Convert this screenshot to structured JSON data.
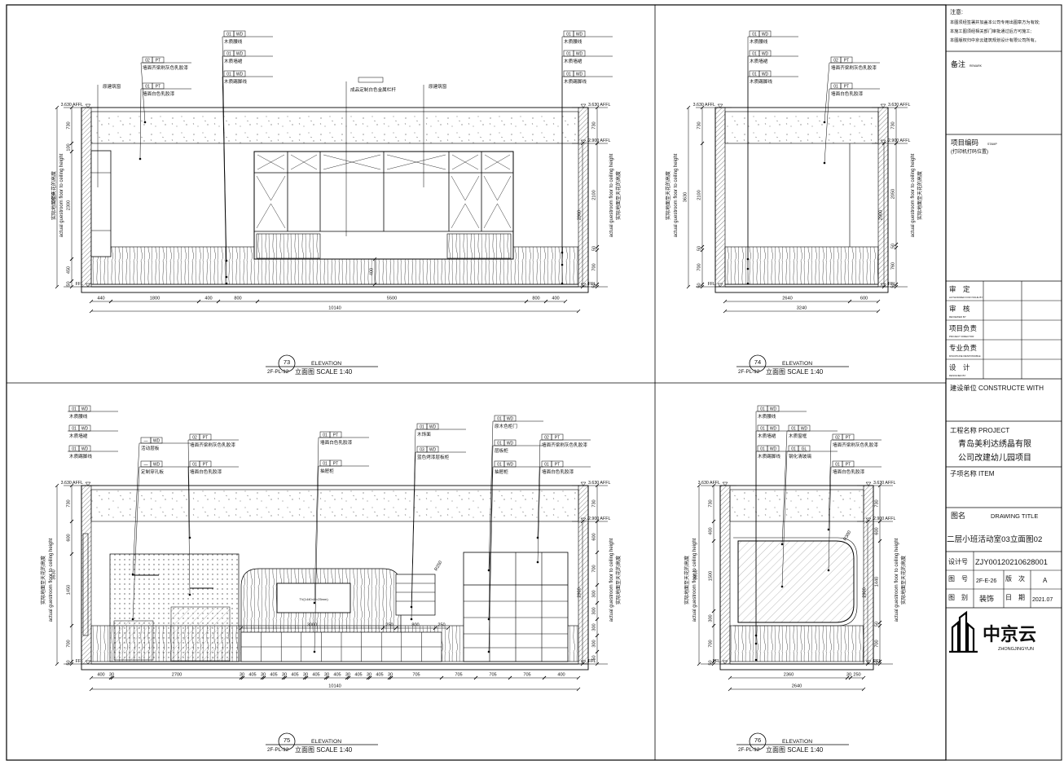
{
  "notes": {
    "heading": "注意:",
    "lines": [
      "本图须经签署并加盖本公司专用出图章方为有效;",
      "本施工图须经相关部门审批通过后方可施工;",
      "本图版权归中京云建筑规划设计有限公司所有。"
    ]
  },
  "title_block": {
    "remarks_label": "备注",
    "remarks_en": "REMARK",
    "project_no_label": "项目编码",
    "project_no_en": "STAMP",
    "project_no_note": "(打印机打码位置)",
    "approvals": [
      {
        "label": "审　定",
        "en": "AUTHORIZED FOR ISSUE BY"
      },
      {
        "label": "审　核",
        "en": "REVIEWED BY"
      },
      {
        "label": "项目负责",
        "en": "PROJECT DIRECTOR"
      },
      {
        "label": "专业负责",
        "en": "DISCIPLINE RESPONSIBLE"
      },
      {
        "label": "设　计",
        "en": "DESIGNED BY"
      }
    ],
    "client_label": "建设单位 CONSTRUCTE WITH",
    "project_label": "工程名称 PROJECT",
    "project_name_1": "青岛美利达绣晶有限",
    "project_name_2": "公司改建幼儿园项目",
    "item_label": "子项名称 ITEM",
    "drawing_label_cn": "图名",
    "drawing_label_en": "DRAWING TITLE",
    "drawing_title": "二层小班活动室03立面图02",
    "design_no_label": "设计号",
    "design_no": "ZJY00120210628001",
    "drawing_no_label": "图　号",
    "drawing_no": "2F-E-26",
    "version_label": "版　次",
    "version": "A",
    "type_label": "图　别",
    "type": "装饰",
    "date_label": "日　期",
    "date": "2021.07",
    "logo_cn": "中京云",
    "logo_en": "ZHONGJINGYUN"
  },
  "elevations": [
    {
      "id": "e73",
      "num": "73",
      "ref": "2F-PL-12",
      "title": "ELEVATION",
      "scale_text": "立面图  SCALE 1:40"
    },
    {
      "id": "e74",
      "num": "74",
      "ref": "2F-PL-12",
      "title": "ELEVATION",
      "scale_text": "立面图  SCALE 1:40"
    },
    {
      "id": "e75",
      "num": "75",
      "ref": "2F-PL-12",
      "title": "ELEVATION",
      "scale_text": "立面图  SCALE 1:40"
    },
    {
      "id": "e76",
      "num": "76",
      "ref": "2F-PL-12",
      "title": "ELEVATION",
      "scale_text": "立面图  SCALE 1:40"
    }
  ],
  "levels": {
    "ceiling": "3.630 AFFL",
    "mid": "2.900 AFFL",
    "floor": "FFL"
  },
  "height_notes": {
    "cn": "实际地面至天花的高度",
    "en": "actual guestroom floor to ceiling height"
  },
  "e73": {
    "tags": [
      {
        "code": "01",
        "mat": "WD",
        "desc": "木质腰线"
      },
      {
        "code": "01",
        "mat": "WD",
        "desc": "木质墙裙"
      },
      {
        "code": "01",
        "mat": "WD",
        "desc": "木质踢脚线"
      },
      {
        "code": "02",
        "mat": "PT",
        "desc": "墙面齐梁刷灰色乳胶漆"
      },
      {
        "code": "01",
        "mat": "PT",
        "desc": "墙面白色乳胶漆"
      },
      {
        "code": "01",
        "mat": "WD",
        "desc": "木质腰线"
      },
      {
        "code": "01",
        "mat": "WD",
        "desc": "木质墙裙"
      },
      {
        "code": "01",
        "mat": "WD",
        "desc": "木质踢脚线"
      }
    ],
    "notes": [
      "原建筑窗",
      "成品定制白色金属栏杆",
      "原建筑窗"
    ],
    "dims_bottom": [
      "440",
      "1800",
      "400",
      "800",
      "5500",
      "800",
      "400"
    ],
    "total": "10140",
    "dims_left": [
      "730",
      "100",
      "2300",
      "450",
      "50"
    ],
    "dims_right": [
      "730",
      "2100",
      "50",
      "700",
      "50"
    ],
    "total_h_left": "3630",
    "total_h_right": "2900"
  },
  "e74": {
    "tags": [
      {
        "code": "01",
        "mat": "WD",
        "desc": "木质腰线"
      },
      {
        "code": "01",
        "mat": "WD",
        "desc": "木质墙裙"
      },
      {
        "code": "01",
        "mat": "WD",
        "desc": "木质踢脚线"
      },
      {
        "code": "02",
        "mat": "PT",
        "desc": "墙面齐梁刷灰色乳胶漆"
      },
      {
        "code": "01",
        "mat": "PT",
        "desc": "墙面白色乳胶漆"
      }
    ],
    "dims_bottom": [
      "2640",
      "600"
    ],
    "total": "3240",
    "dims_left": [
      "730",
      "2100",
      "50",
      "700",
      "50"
    ],
    "dims_right": [
      "730",
      "2050",
      "50",
      "760",
      "50"
    ],
    "total_h_left": "3630",
    "total_h_right": "2900"
  },
  "e75": {
    "tags": [
      {
        "code": "01",
        "mat": "WD",
        "desc": "木质腰线"
      },
      {
        "code": "01",
        "mat": "WD",
        "desc": "木质墙裙"
      },
      {
        "code": "01",
        "mat": "WD",
        "desc": "木质踢脚线"
      },
      {
        "code": "—",
        "mat": "WD",
        "desc": "活动层板"
      },
      {
        "code": "—",
        "mat": "WD",
        "desc": "定制穿孔板"
      },
      {
        "code": "02",
        "mat": "PT",
        "desc": "墙面齐梁刷灰色乳胶漆"
      },
      {
        "code": "01",
        "mat": "PT",
        "desc": "墙面白色乳胶漆"
      },
      {
        "code": "01",
        "mat": "PT",
        "desc": "墙面白色乳胶漆"
      },
      {
        "code": "01",
        "mat": "PT",
        "desc": "抽屉柜"
      },
      {
        "code": "01",
        "mat": "WD",
        "desc": "木饰面"
      },
      {
        "code": "03",
        "mat": "WD",
        "desc": "蓝色烤漆层板柜"
      },
      {
        "code": "01",
        "mat": "WD",
        "desc": "原木色柜门"
      },
      {
        "code": "01",
        "mat": "WD",
        "desc": "层板柜"
      },
      {
        "code": "01",
        "mat": "WD",
        "desc": "抽屉柜"
      },
      {
        "code": "02",
        "mat": "PT",
        "desc": "墙面齐梁刷灰色乳胶漆"
      },
      {
        "code": "01",
        "mat": "PT",
        "desc": "墙面白色乳胶漆"
      }
    ],
    "tv": "TV(1440×H×25mm)",
    "dims_bottom": [
      "400",
      "30",
      "2700",
      "30",
      "405",
      "30",
      "405",
      "30",
      "405",
      "30",
      "405",
      "30",
      "405",
      "30",
      "405",
      "30",
      "405",
      "30",
      "705",
      "705",
      "705",
      "705",
      "400"
    ],
    "total": "10140",
    "inner": [
      "3000",
      "250",
      "800",
      "250"
    ],
    "dims_left": [
      "730",
      "600",
      "1450",
      "700",
      "50"
    ],
    "dims_right": [
      "730",
      "600",
      "700",
      "300",
      "300",
      "300",
      "300",
      "50"
    ],
    "total_h_left": "3630",
    "total_h_right": "2900",
    "radius": "R250"
  },
  "e76": {
    "tags": [
      {
        "code": "01",
        "mat": "WD",
        "desc": "木质腰线"
      },
      {
        "code": "01",
        "mat": "WD",
        "desc": "木质墙裙"
      },
      {
        "code": "01",
        "mat": "WD",
        "desc": "木质踢脚线"
      },
      {
        "code": "01",
        "mat": "WD",
        "desc": "木质窗框"
      },
      {
        "code": "01",
        "mat": "GL",
        "desc": "钢化清玻璃"
      },
      {
        "code": "02",
        "mat": "PT",
        "desc": "墙面齐梁刷灰色乳胶漆"
      },
      {
        "code": "01",
        "mat": "PT",
        "desc": "墙面白色乳胶漆"
      }
    ],
    "dims_bottom": [
      "2360",
      "30",
      "250"
    ],
    "total": "2640",
    "dims_left": [
      "730",
      "400",
      "1500",
      "300",
      "700",
      "50"
    ],
    "dims_right": [
      "730",
      "600",
      "1440",
      "50",
      "700",
      "50"
    ],
    "total_h_left": "3630",
    "total_h_right": "2900",
    "radius": "R300"
  }
}
